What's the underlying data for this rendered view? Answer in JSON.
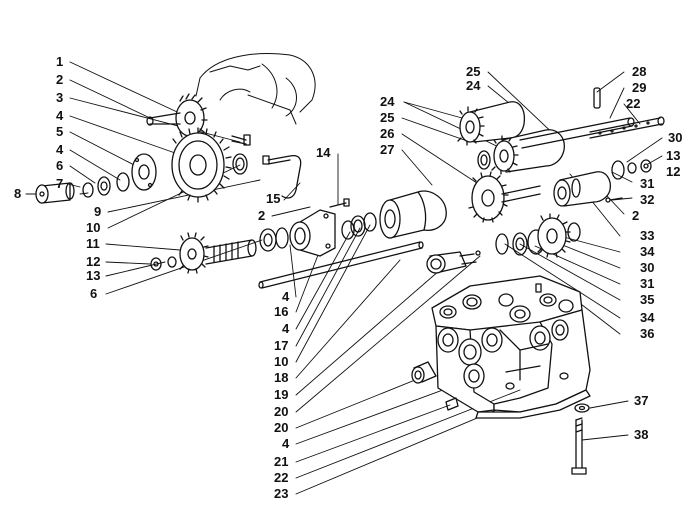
{
  "colors": {
    "ink": "#111111",
    "paper": "#ffffff"
  },
  "labels": {
    "l_1": "1",
    "l_2": "2",
    "l_3": "3",
    "l_4": "4",
    "l_5": "5",
    "l_4b": "4",
    "l_6": "6",
    "l_7": "7",
    "l_8": "8",
    "l_9": "9",
    "l_10": "10",
    "l_11": "11",
    "l_12": "12",
    "l_13": "13",
    "l_6b": "6",
    "l_14": "14",
    "l_15": "15",
    "l_2b": "2",
    "l_4c": "4",
    "l_16": "16",
    "l_4d": "4",
    "l_17": "17",
    "l_10b": "10",
    "l_18": "18",
    "l_19": "19",
    "l_20": "20",
    "l_20b": "20",
    "l_4e": "4",
    "l_21": "21",
    "l_22": "22",
    "l_23": "23",
    "l_25": "25",
    "l_24": "24",
    "l_24b": "24",
    "l_25b": "25",
    "l_26": "26",
    "l_27": "27",
    "l_28": "28",
    "l_29": "29",
    "l_22b": "22",
    "l_30": "30",
    "l_13b": "13",
    "l_12b": "12",
    "l_31": "31",
    "l_32": "32",
    "l_2c": "2",
    "l_33": "33",
    "l_34": "34",
    "l_30b": "30",
    "l_31b": "31",
    "l_35": "35",
    "l_34b": "34",
    "l_36": "36",
    "l_37": "37",
    "l_38": "38"
  }
}
